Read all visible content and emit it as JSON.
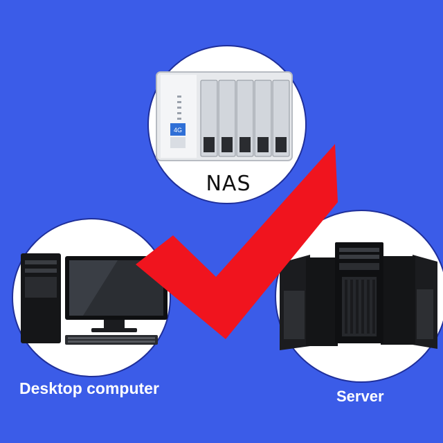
{
  "colors": {
    "background": "#3b5ce8",
    "checkmark": "#f0141e",
    "circle": "#ffffff"
  },
  "items": [
    {
      "label": "NAS",
      "icon": "nas-icon"
    },
    {
      "label": "Desktop computer",
      "icon": "desktop-computer-icon"
    },
    {
      "label": "Server",
      "icon": "server-icon"
    }
  ],
  "nas_badge": "4G",
  "center_icon": "checkmark-icon"
}
